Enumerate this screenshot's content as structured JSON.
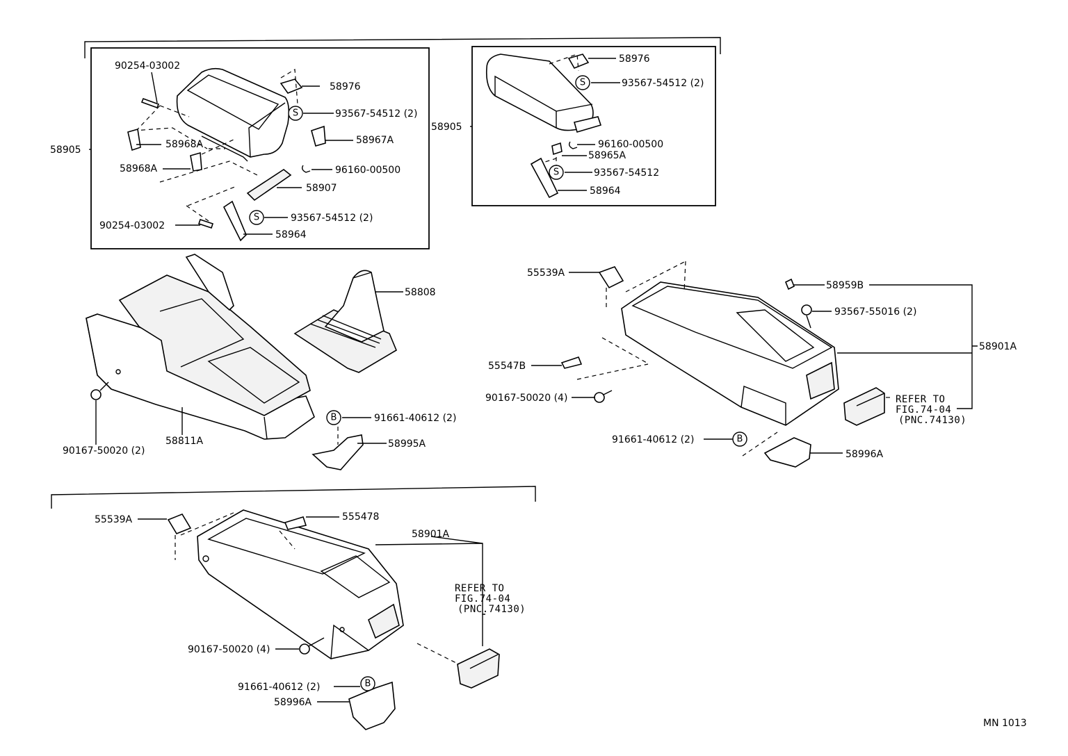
{
  "diagram_id": "MN 1013",
  "symbols": {
    "s": "S",
    "b": "B"
  },
  "armrest_left": {
    "group": "58905",
    "pin_top": "90254-03002",
    "clip_58976": "58976",
    "screw_top": "93567-54512 (2)",
    "hinge_a": "58968A",
    "hinge_b": "58968A",
    "bracket_967a": "58967A",
    "clip_96160": "96160-00500",
    "plate_58907": "58907",
    "pin_bottom": "90254-03002",
    "screw_bottom": "93567-54512 (2)",
    "latch_58964": "58964"
  },
  "armrest_right": {
    "group": "58905",
    "clip_58976": "58976",
    "screw_top": "93567-54512 (2)",
    "clip_96160": "96160-00500",
    "clip_58965a": "58965A",
    "screw_single": "93567-54512",
    "latch_58964": "58964"
  },
  "console_main": {
    "box_58808": "58808",
    "body_58811a": "58811A",
    "screw_90167": "90167-50020 (2)",
    "bolt_91661": "91661-40612 (2)",
    "bracket_58995a": "58995A"
  },
  "console_right": {
    "clip_55539a": "55539A",
    "cap_58959b": "58959B",
    "screw_93567": "93567-55016 (2)",
    "body_58901a": "58901A",
    "clip_55547b": "55547B",
    "screw_90167": "90167-50020 (4)",
    "refer_1": "REFER TO",
    "refer_2": "FIG.74-04",
    "refer_3": "(PNC.74130)",
    "bolt_91661": "91661-40612 (2)",
    "bracket_58996a": "58996A"
  },
  "console_bottom": {
    "clip_55539a": "55539A",
    "clip_55547b": "555478",
    "body_58901a": "58901A",
    "refer_1": "REFER TO",
    "refer_2": "FIG.74-04",
    "refer_3": "(PNC.74130)",
    "screw_90167": "90167-50020 (4)",
    "bolt_91661": "91661-40612 (2)",
    "bracket_58996a": "58996A"
  }
}
